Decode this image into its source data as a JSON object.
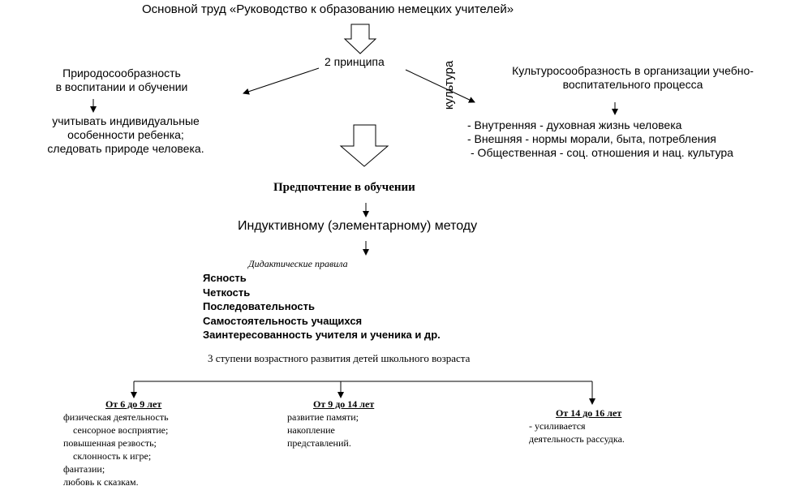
{
  "title": "Основной труд «Руководство к образованию немецких учителей»",
  "principles_label": "2 принципа",
  "left": {
    "heading": [
      "Природосообразность",
      "в воспитании и обучении"
    ],
    "body": [
      "учитывать индивидуальные",
      "особенности ребенка;",
      "следовать природе человека."
    ]
  },
  "vertical_label": "культура",
  "right": {
    "heading": [
      "Культуросообразность в организации учебно-",
      "воспитательного процесса"
    ],
    "items": [
      "- Внутренняя - духовная жизнь человека",
      "- Внешняя - нормы морали, быта, потребления",
      "- Общественная - соц. отношения и нац. культура"
    ]
  },
  "preference": "Предпочтение в обучении",
  "method": "Индуктивному (элементарному) методу",
  "didactic": {
    "label": "Дидактические правила",
    "rules": [
      "Ясность",
      "Четкость",
      "Последовательность",
      "Самостоятельность учащихся",
      "Заинтересованность учителя и ученика и др."
    ]
  },
  "stages_title": "3 ступени возрастного развития детей школьного возраста",
  "stages": [
    {
      "title": "От 6 до 9 лет",
      "lines": [
        "физическая деятельность",
        "сенсорное восприятие;",
        "повышенная резвость;",
        "склонность к игре;",
        "фантазии;",
        "любовь к сказкам."
      ]
    },
    {
      "title": "От 9 до 14 лет",
      "lines": [
        "развитие памяти;",
        "накопление",
        "представлений."
      ]
    },
    {
      "title": "От 14 до 16 лет",
      "lines": [
        "- усиливается",
        "деятельность рассудка."
      ]
    }
  ]
}
